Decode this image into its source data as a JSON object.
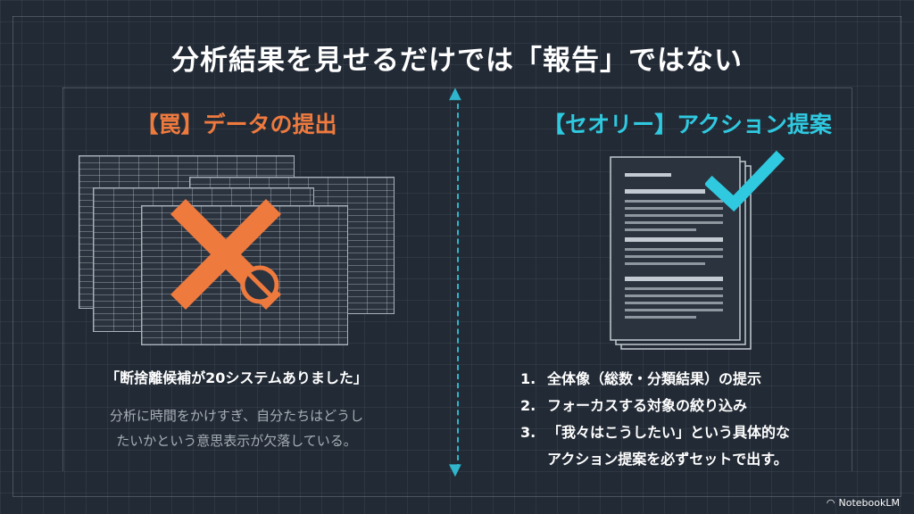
{
  "title": "分析結果を見せるだけでは「報告」ではない",
  "left": {
    "heading": "【罠】データの提出",
    "quote": "「断捨離候補が20システムありました」",
    "note_lines": [
      "分析に時間をかけすぎ、自分たちはどうし",
      "たいかという意思表示が欠落している。"
    ]
  },
  "right": {
    "heading": "【セオリー】アクション提案",
    "steps": [
      {
        "num": "1.",
        "text": "全体像（総数・分類結果）の提示"
      },
      {
        "num": "2.",
        "text": "フォーカスする対象の絞り込み"
      },
      {
        "num": "3.",
        "text": "「我々はこうしたい」という具体的な"
      },
      {
        "num": "",
        "text": "アクション提案を必ずセットで出す。"
      }
    ]
  },
  "brand": "NotebookLM",
  "colors": {
    "background": "#222a35",
    "trap": "#ef7a3e",
    "theory": "#2fc9e0",
    "divider": "#2fb6cc"
  },
  "icons": {
    "cross": "x-mark-icon",
    "prohibit": "prohibited-icon",
    "check": "check-icon",
    "document": "document-icon",
    "spreadsheet": "spreadsheet-icon"
  }
}
